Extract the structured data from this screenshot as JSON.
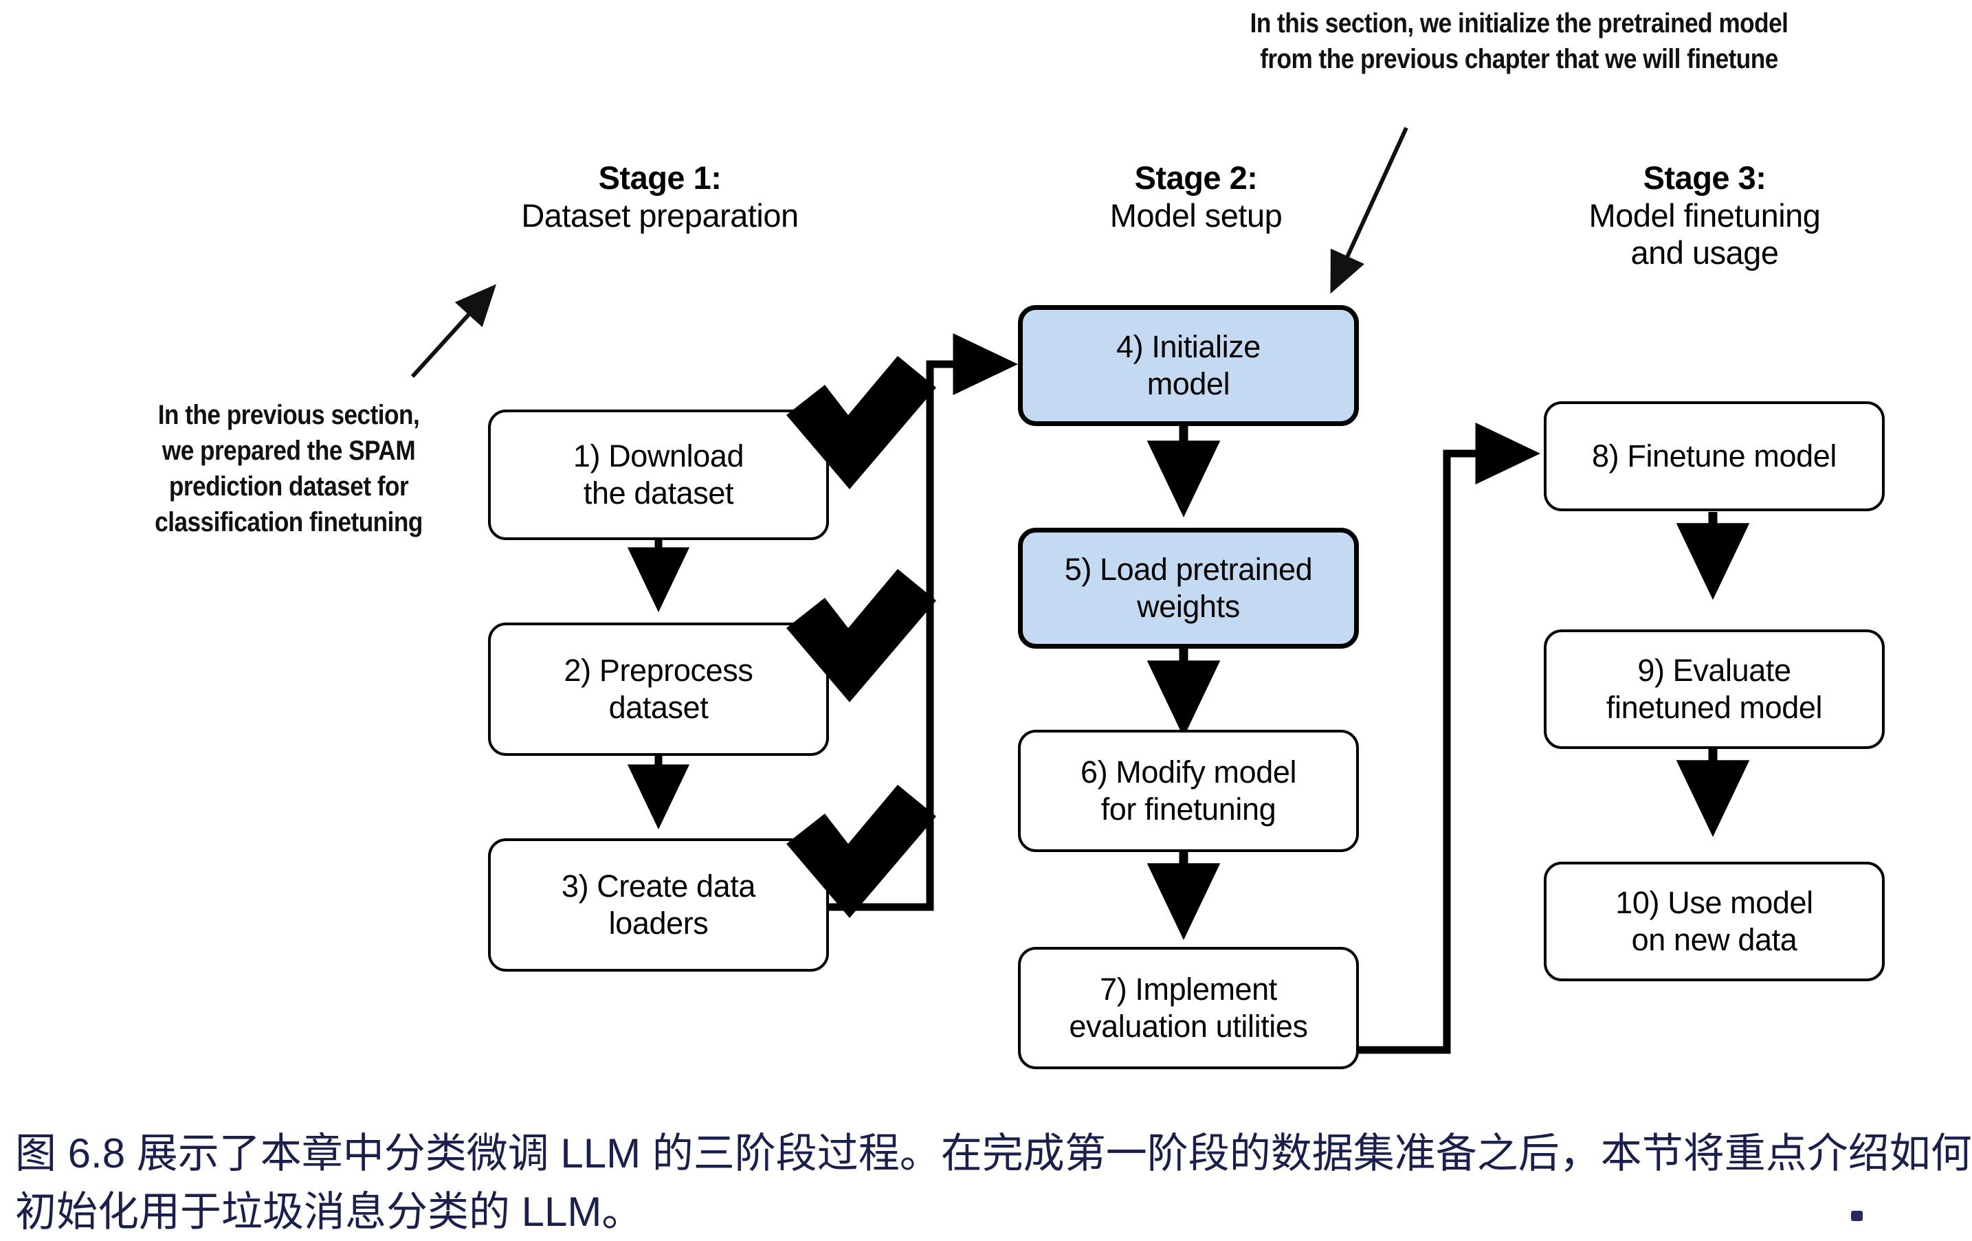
{
  "annotations": {
    "top": "In this section, we initialize the pretrained model\nfrom the previous chapter that we will finetune",
    "left": "In the previous section,\nwe prepared the SPAM\nprediction dataset for\nclassification finetuning"
  },
  "stages": [
    {
      "title": "Stage 1:",
      "subtitle": "Dataset preparation"
    },
    {
      "title": "Stage 2:",
      "subtitle": "Model setup"
    },
    {
      "title": "Stage 3:",
      "subtitle": "Model finetuning\nand usage"
    }
  ],
  "boxes": [
    {
      "id": 1,
      "label": "1) Download\nthe dataset",
      "stage": 1,
      "highlight": false,
      "done": true
    },
    {
      "id": 2,
      "label": "2) Preprocess\ndataset",
      "stage": 1,
      "highlight": false,
      "done": true
    },
    {
      "id": 3,
      "label": "3) Create data\nloaders",
      "stage": 1,
      "highlight": false,
      "done": true
    },
    {
      "id": 4,
      "label": "4) Initialize\nmodel",
      "stage": 2,
      "highlight": true,
      "done": false
    },
    {
      "id": 5,
      "label": "5) Load pretrained\nweights",
      "stage": 2,
      "highlight": true,
      "done": false
    },
    {
      "id": 6,
      "label": "6) Modify model\nfor finetuning",
      "stage": 2,
      "highlight": false,
      "done": false
    },
    {
      "id": 7,
      "label": "7) Implement\nevaluation utilities",
      "stage": 2,
      "highlight": false,
      "done": false
    },
    {
      "id": 8,
      "label": "8) Finetune model",
      "stage": 3,
      "highlight": false,
      "done": false
    },
    {
      "id": 9,
      "label": "9) Evaluate\nfinetuned model",
      "stage": 3,
      "highlight": false,
      "done": false
    },
    {
      "id": 10,
      "label": "10) Use model\non new data",
      "stage": 3,
      "highlight": false,
      "done": false
    }
  ],
  "caption": {
    "line1": "图 6.8 展示了本章中分类微调 LLM 的三阶段过程。在完成第一阶段的数据集准备之后，本节将重点介绍如何",
    "line2": "初始化用于垃圾消息分类的 LLM。"
  },
  "colors": {
    "highlight_fill": "#c3daf2",
    "stroke": "#000000",
    "caption_text": "#1b1f4b",
    "background": "#ffffff"
  }
}
